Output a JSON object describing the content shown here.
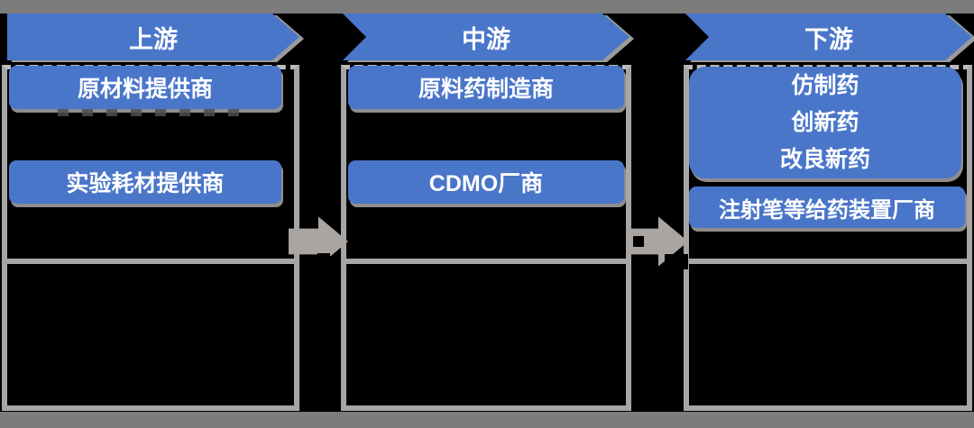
{
  "palette": {
    "blue": "#4a76ca",
    "border_gray": "#a6a6a6",
    "bar_gray": "#7c7c7c",
    "arrow_gray": "#aba5a2",
    "text_white": "#ffffff"
  },
  "diagram": {
    "stages": [
      {
        "id": "upstream",
        "banner": "上游",
        "boxes": [
          "原材料提供商",
          "实验耗材提供商"
        ]
      },
      {
        "id": "midstream",
        "banner": "中游",
        "boxes": [
          "原料药制造商",
          "CDMO厂商"
        ]
      },
      {
        "id": "downstream",
        "banner": "下游",
        "drug_types": [
          "仿制药",
          "创新药",
          "改良新药"
        ],
        "boxes": [
          "注射笔等给药装置厂商"
        ]
      }
    ]
  }
}
